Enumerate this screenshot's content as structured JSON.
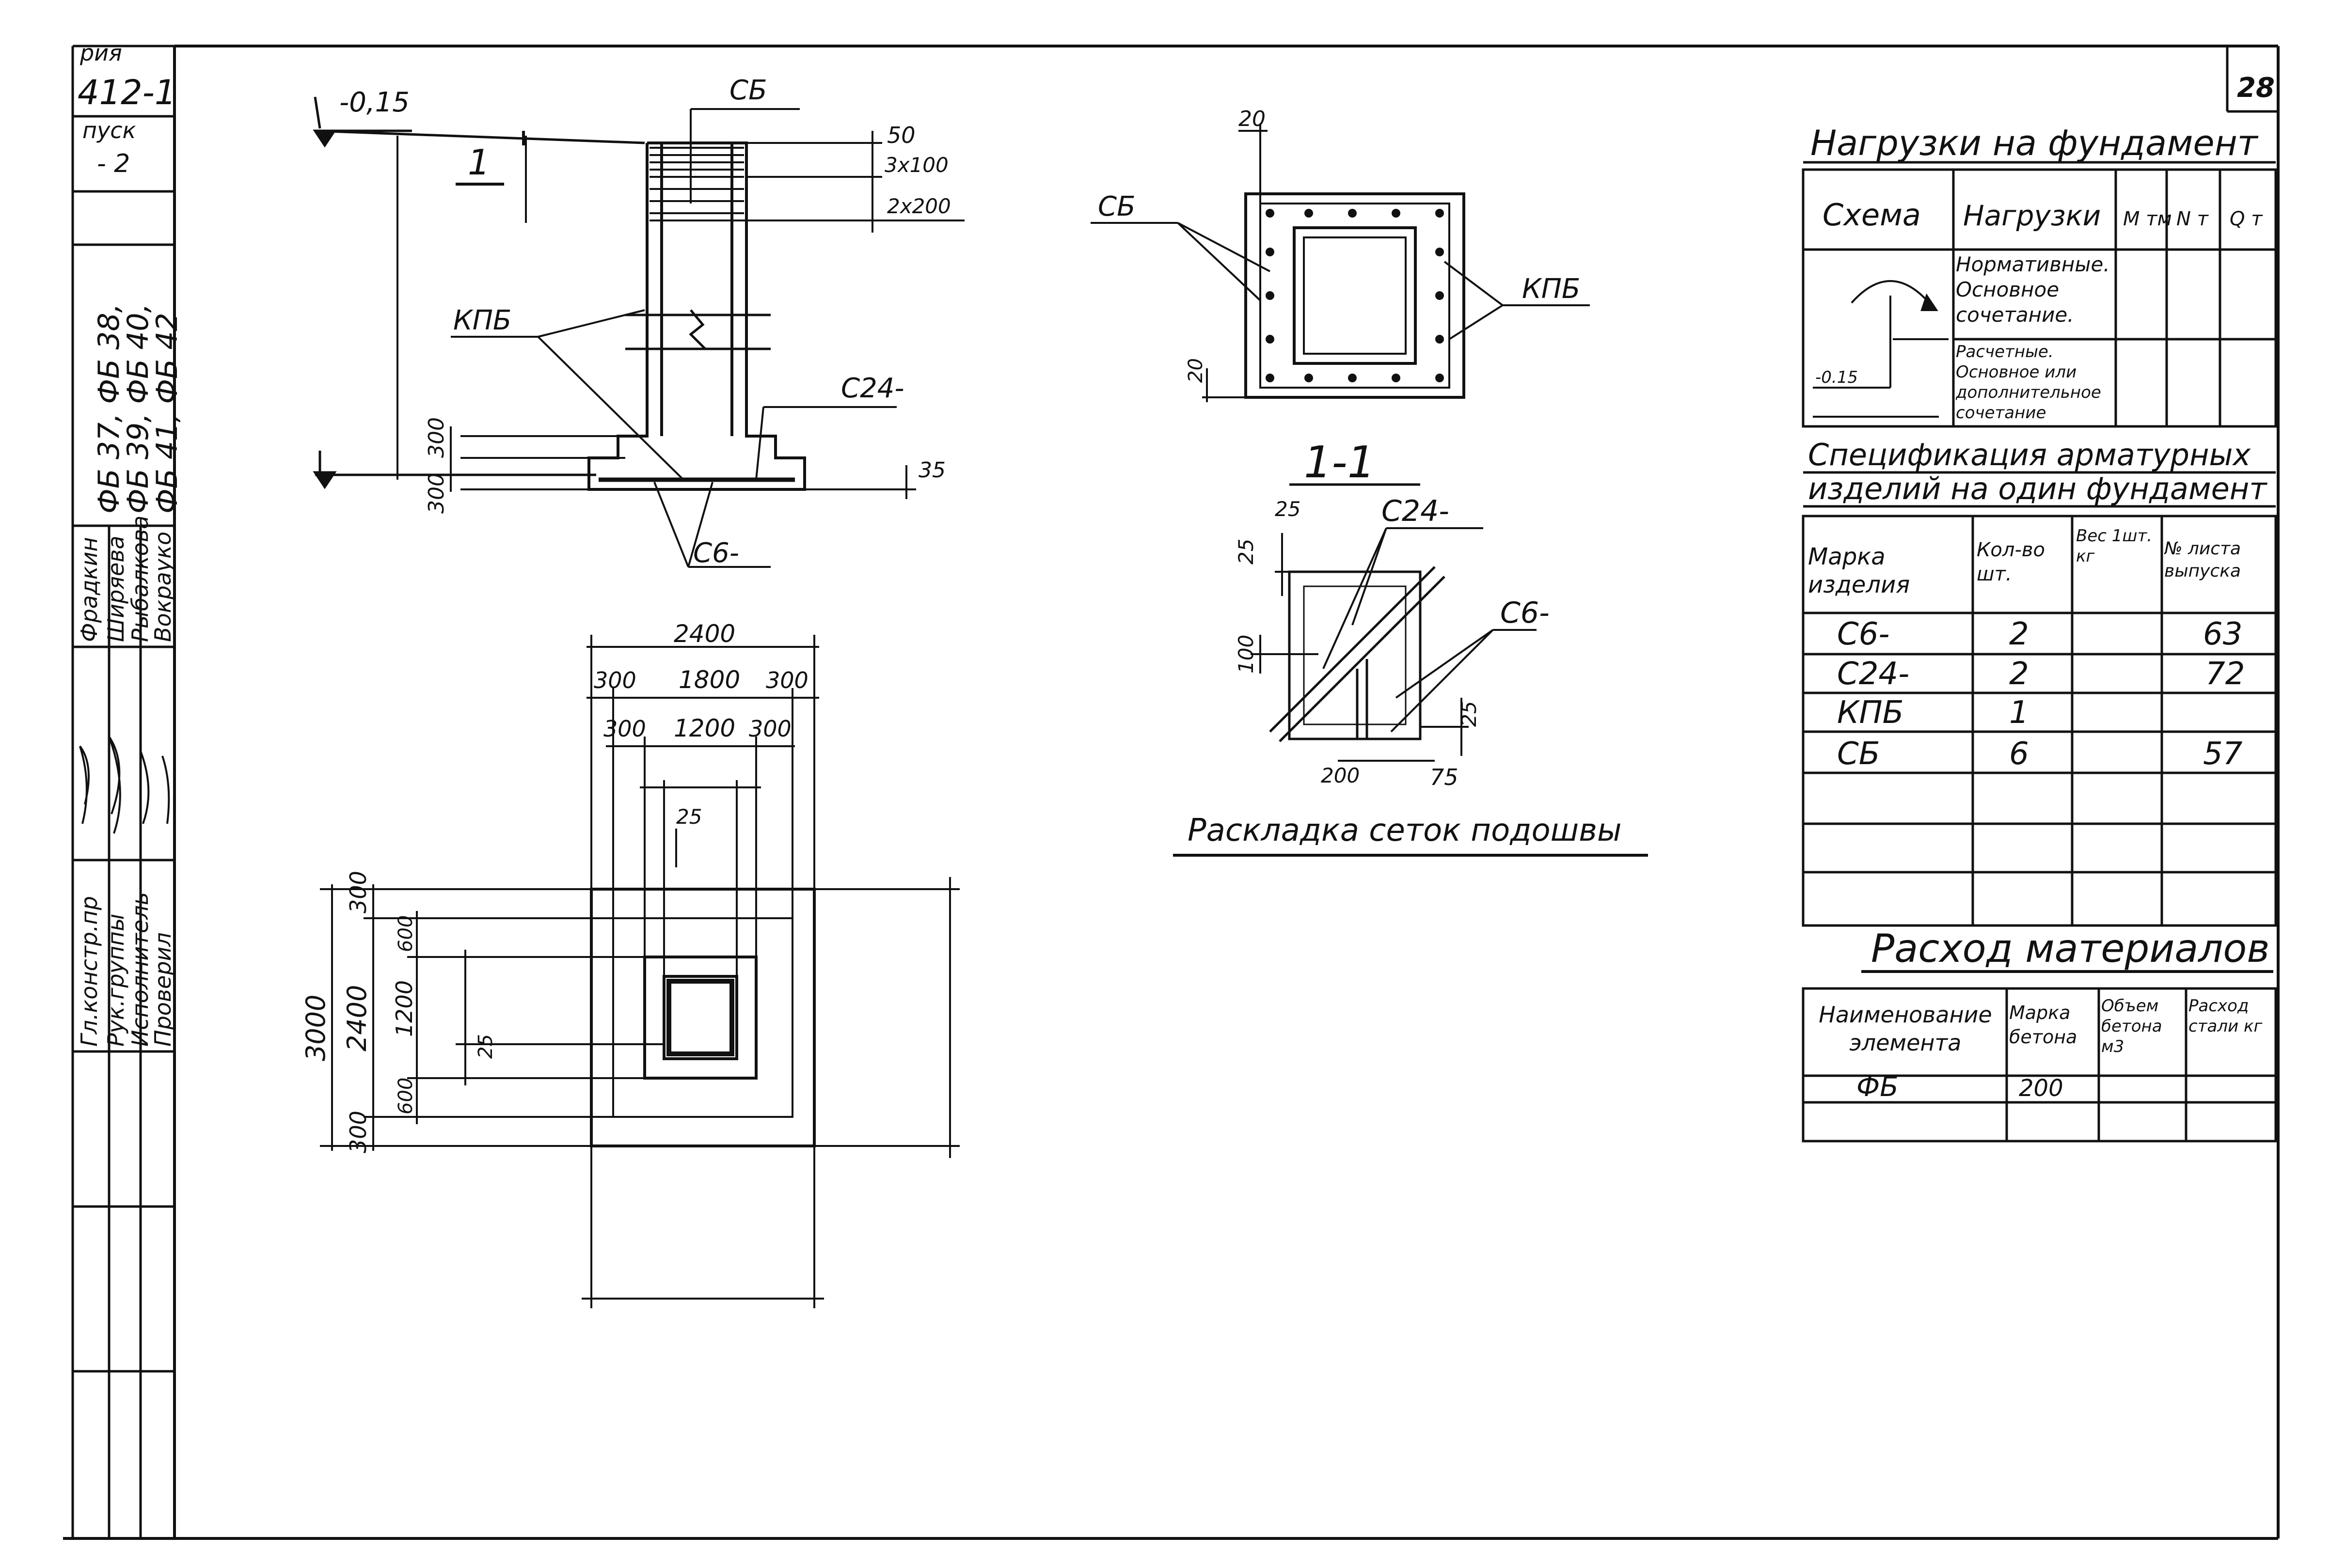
{
  "title_block": {
    "series_label": "рия",
    "series_value": "412-1",
    "issue_label": "пуск",
    "issue_value": "- 2",
    "marks": [
      "ФБ 37, ФБ 38,",
      "ФБ 39, ФБ 40,",
      "ФБ 41, ФБ 42"
    ],
    "roles": [
      "Гл.констр.пр",
      "Рук.группы",
      "Исполнитель",
      "Проверил"
    ],
    "names": [
      "Фрадкин",
      "Ширяева",
      "Рыбалкова",
      "Вокрауко"
    ]
  },
  "sheet_number": "28",
  "elevation": {
    "level_mark": "-0,15",
    "section_marker": "1",
    "labels": {
      "cb": "СБ",
      "kpb": "КПБ",
      "c24": "С24-",
      "c6": "С6-"
    },
    "dims": [
      "50",
      "3x100",
      "2x200",
      "35",
      "300",
      "300"
    ]
  },
  "plan_top": {
    "labels": {
      "cb": "СБ",
      "kpb": "КПБ"
    },
    "dims": [
      "20",
      "20"
    ]
  },
  "section_1_1": {
    "title": "1-1",
    "labels": {
      "c24": "С24-",
      "c6": "С6-"
    },
    "dims": [
      "25",
      "25",
      "100",
      "25",
      "200",
      "75"
    ],
    "caption": "Раскладка сеток подошвы"
  },
  "plan_base": {
    "dims_top": [
      "2400",
      "300",
      "1800",
      "300",
      "300",
      "1200",
      "300",
      "25"
    ],
    "dims_left": [
      "3000",
      "300",
      "2400",
      "300",
      "600",
      "1200",
      "600",
      "25"
    ]
  },
  "loads_table": {
    "title": "Нагрузки на фундамент",
    "headers": [
      "Схема",
      "Нагрузки",
      "М тм",
      "N т",
      "Q т"
    ],
    "rows": [
      "Нормативные. Основное сочетание.",
      "Расчетные. Основное или дополнительное сочетание"
    ],
    "scheme_mark": "-0.15"
  },
  "spec_table": {
    "title_1": "Спецификация арматурных",
    "title_2": "изделий на один фундамент",
    "headers": [
      "Марка изделия",
      "Кол-во шт.",
      "Вес 1шт. кг",
      "№ листа выпуска"
    ],
    "rows": [
      {
        "mark": "С6-",
        "qty": "2",
        "weight": "",
        "sheet": "63"
      },
      {
        "mark": "С24-",
        "qty": "2",
        "weight": "",
        "sheet": "72"
      },
      {
        "mark": "КПБ",
        "qty": "1",
        "weight": "",
        "sheet": ""
      },
      {
        "mark": "СБ",
        "qty": "6",
        "weight": "",
        "sheet": "57"
      }
    ]
  },
  "materials_table": {
    "title": "Расход материалов",
    "headers": [
      "Наименование элемента",
      "Марка бетона",
      "Объем бетона м3",
      "Расход стали кг"
    ],
    "rows": [
      {
        "element": "ФБ",
        "grade": "200",
        "volume": "",
        "steel": ""
      }
    ]
  }
}
